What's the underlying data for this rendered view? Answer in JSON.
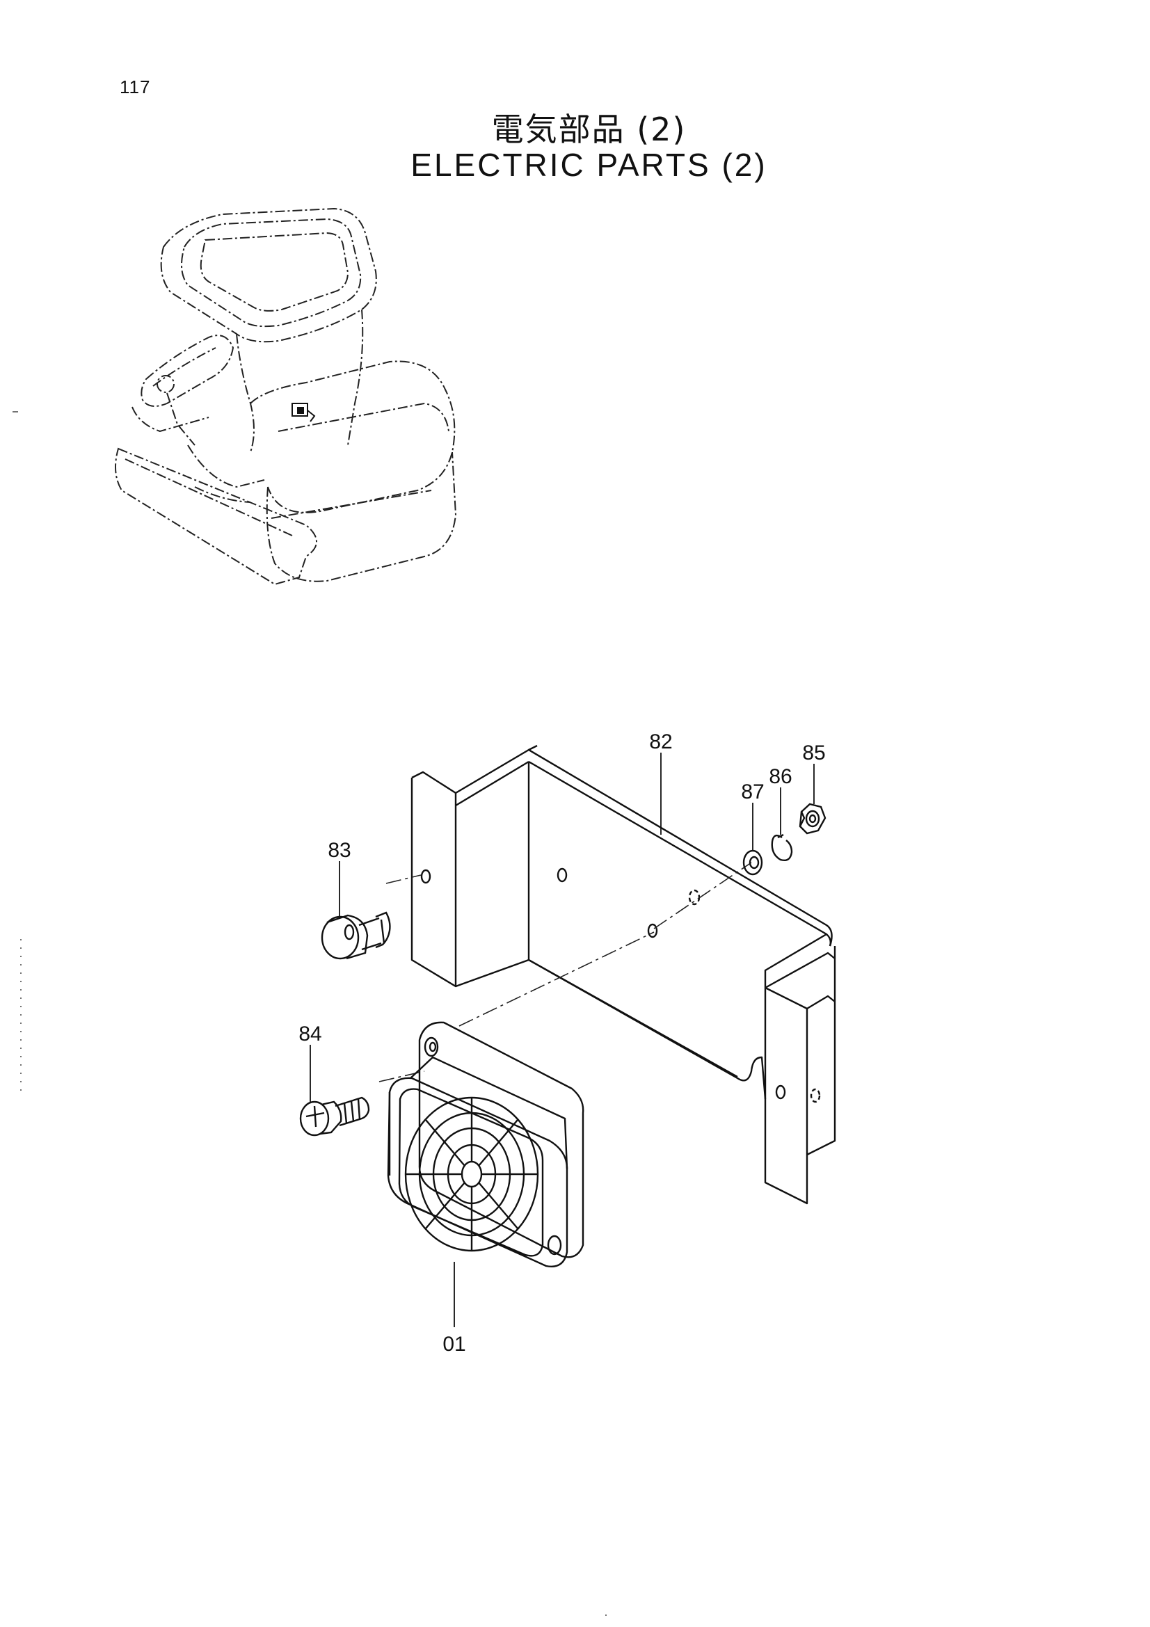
{
  "page": {
    "number": "117",
    "title_jp": "電気部品 (2)",
    "title_en": "ELECTRIC PARTS (2)"
  },
  "callouts": {
    "p82": "82",
    "p85": "85",
    "p86": "86",
    "p87": "87",
    "p83": "83",
    "p84": "84",
    "p01": "01"
  }
}
